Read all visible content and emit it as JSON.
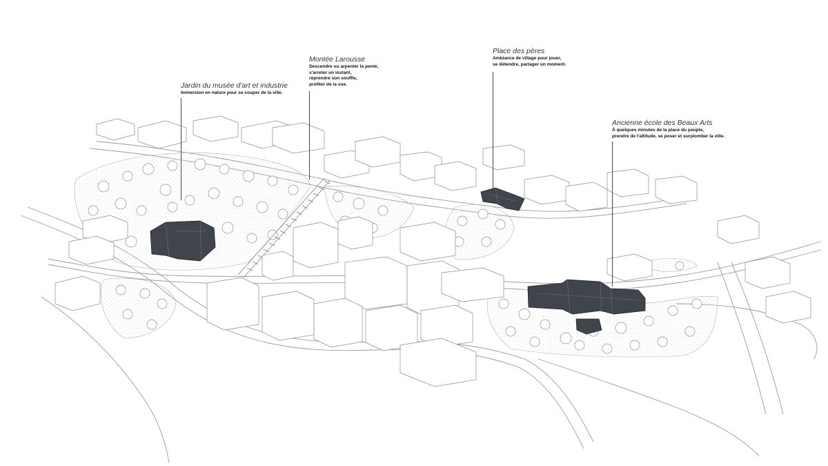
{
  "annotations": [
    {
      "id": "jardin",
      "title": "Jardin du musée d'art et industrie",
      "desc": "Immersion en nature pour se couper de la ville."
    },
    {
      "id": "montee",
      "title": "Montée Larousse",
      "desc": "Descendre ou arpenter la pente,\ns'arreter un instant,\nreprendre son souffle,\nprofiter de la vue."
    },
    {
      "id": "place",
      "title": "Place des pères",
      "desc": "Ambiance de village pour jouer,\nse détendre, partager un moment."
    },
    {
      "id": "ecole",
      "title": "Ancienne école des Beaux Arts",
      "desc": "À quelques minutes de la place du peuple,\nprendre de l'altitude, se poser et surplomber la ville."
    }
  ],
  "colors": {
    "background": "#ffffff",
    "linework": "#8a8a8a",
    "trees": "#bdbdbd",
    "highlight_buildings": "#3f454b"
  }
}
